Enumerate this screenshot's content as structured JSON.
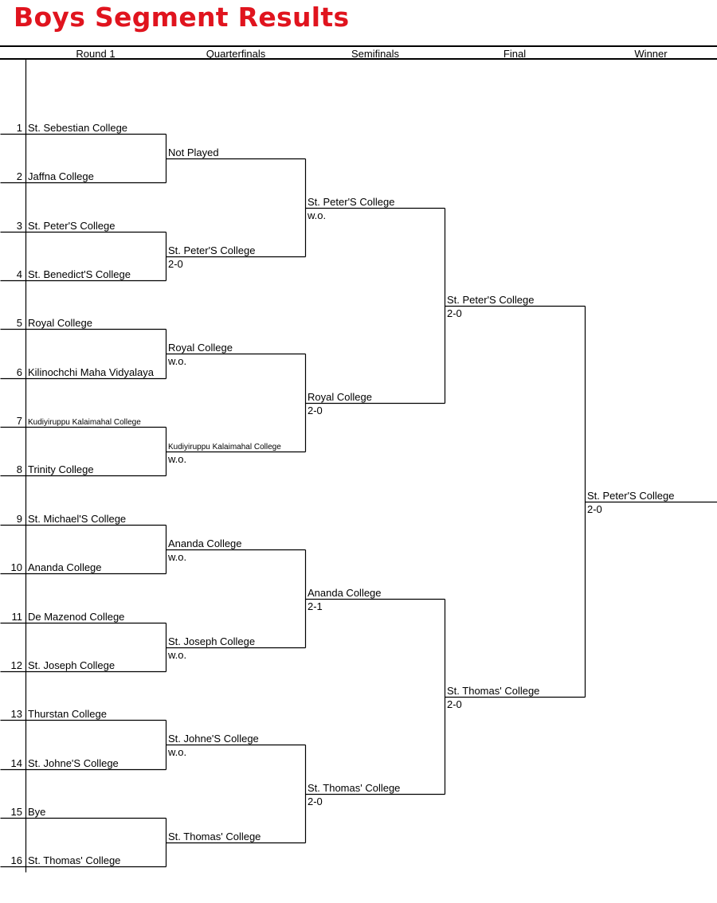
{
  "title": "Boys  Segment Results",
  "accent_color": "#e0141e",
  "rounds": [
    "Round 1",
    "Quarterfinals",
    "Semifinals",
    "Final",
    "Winner"
  ],
  "round1": [
    {
      "seed": "1",
      "team": "St. Sebestian College"
    },
    {
      "seed": "2",
      "team": "Jaffna College"
    },
    {
      "seed": "3",
      "team": "St. Peter'S College"
    },
    {
      "seed": "4",
      "team": "St. Benedict'S College"
    },
    {
      "seed": "5",
      "team": "Royal College"
    },
    {
      "seed": "6",
      "team": "Kilinochchi Maha Vidyalaya"
    },
    {
      "seed": "7",
      "team": "Kudiyiruppu Kalaimahal College"
    },
    {
      "seed": "8",
      "team": "Trinity College"
    },
    {
      "seed": "9",
      "team": "St. Michael'S College"
    },
    {
      "seed": "10",
      "team": "Ananda College"
    },
    {
      "seed": "11",
      "team": "De Mazenod College"
    },
    {
      "seed": "12",
      "team": "St. Joseph College"
    },
    {
      "seed": "13",
      "team": "Thurstan College"
    },
    {
      "seed": "14",
      "team": "St. Johne'S College"
    },
    {
      "seed": "15",
      "team": "Bye"
    },
    {
      "seed": "16",
      "team": "St. Thomas' College"
    }
  ],
  "quarterfinals": [
    {
      "team": "Not Played",
      "score": ""
    },
    {
      "team": "St. Peter'S College",
      "score": "2-0"
    },
    {
      "team": "Royal College",
      "score": "w.o."
    },
    {
      "team": "Kudiyiruppu Kalaimahal College",
      "score": "w.o."
    },
    {
      "team": "Ananda College",
      "score": "w.o."
    },
    {
      "team": "St. Joseph College",
      "score": "w.o."
    },
    {
      "team": "St. Johne'S College",
      "score": "w.o."
    },
    {
      "team": "St. Thomas' College",
      "score": ""
    }
  ],
  "semifinals": [
    {
      "team": "St. Peter'S College",
      "score": "w.o."
    },
    {
      "team": "Royal College",
      "score": "2-0"
    },
    {
      "team": "Ananda College",
      "score": "2-1"
    },
    {
      "team": "St. Thomas' College",
      "score": "2-0"
    }
  ],
  "final": [
    {
      "team": "St. Peter'S College",
      "score": "2-0"
    },
    {
      "team": "St. Thomas' College",
      "score": "2-0"
    }
  ],
  "winner": {
    "team": "St. Peter'S College",
    "score": "2-0"
  }
}
